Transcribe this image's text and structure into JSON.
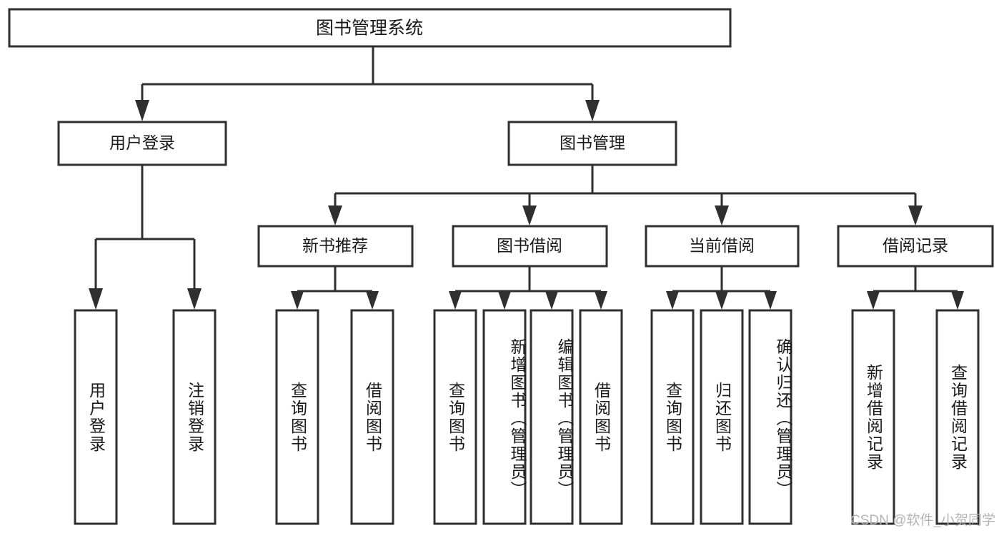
{
  "diagram": {
    "type": "tree-hierarchy",
    "title": "图书管理系统",
    "watermark": "CSDN @软件_小贺同学",
    "colors": {
      "stroke": "#2f2f2f",
      "fill": "#ffffff",
      "text": "#1a1a1a",
      "watermark": "#b4b4b4",
      "background": "#ffffff"
    },
    "levels": {
      "level1": [
        "图书管理系统"
      ],
      "level2": [
        "用户登录",
        "图书管理"
      ],
      "level3": [
        "新书推荐",
        "图书借阅",
        "当前借阅",
        "借阅记录"
      ],
      "level4": [
        "用户登录",
        "注销登录",
        "查询图书",
        "借阅图书",
        "查询图书",
        "新增图书（管理员）",
        "编辑图书（管理员）",
        "借阅图书",
        "查询图书",
        "归还图书",
        "确认归还（管理员）",
        "新增借阅记录",
        "查询借阅记录"
      ]
    },
    "nodes": {
      "root": {
        "label": "图书管理系统"
      },
      "user_login": {
        "label": "用户登录"
      },
      "book_manage": {
        "label": "图书管理"
      },
      "new_book_rec": {
        "label": "新书推荐"
      },
      "book_borrow": {
        "label": "图书借阅"
      },
      "current_borrow": {
        "label": "当前借阅"
      },
      "borrow_record": {
        "label": "借阅记录"
      },
      "leaf_user_login": {
        "label": "用户登录"
      },
      "leaf_logout": {
        "label": "注销登录"
      },
      "leaf_query_book_1": {
        "label": "查询图书"
      },
      "leaf_borrow_book_1": {
        "label": "借阅图书"
      },
      "leaf_query_book_2": {
        "label": "查询图书"
      },
      "leaf_add_book": {
        "label": "新增图书（管理员）"
      },
      "leaf_edit_book": {
        "label": "编辑图书（管理员）"
      },
      "leaf_borrow_book_2": {
        "label": "借阅图书"
      },
      "leaf_query_book_3": {
        "label": "查询图书"
      },
      "leaf_return_book": {
        "label": "归还图书"
      },
      "leaf_confirm_return": {
        "label": "确认归还（管理员）"
      },
      "leaf_add_record": {
        "label": "新增借阅记录"
      },
      "leaf_query_record": {
        "label": "查询借阅记录"
      }
    },
    "edges": [
      {
        "from": "图书管理系统",
        "to": "用户登录"
      },
      {
        "from": "图书管理系统",
        "to": "图书管理"
      },
      {
        "from": "用户登录",
        "to": "用户登录"
      },
      {
        "from": "用户登录",
        "to": "注销登录"
      },
      {
        "from": "图书管理",
        "to": "新书推荐"
      },
      {
        "from": "图书管理",
        "to": "图书借阅"
      },
      {
        "from": "图书管理",
        "to": "当前借阅"
      },
      {
        "from": "图书管理",
        "to": "借阅记录"
      },
      {
        "from": "新书推荐",
        "to": "查询图书"
      },
      {
        "from": "新书推荐",
        "to": "借阅图书"
      },
      {
        "from": "图书借阅",
        "to": "查询图书"
      },
      {
        "from": "图书借阅",
        "to": "新增图书（管理员）"
      },
      {
        "from": "图书借阅",
        "to": "编辑图书（管理员）"
      },
      {
        "from": "图书借阅",
        "to": "借阅图书"
      },
      {
        "from": "当前借阅",
        "to": "查询图书"
      },
      {
        "from": "当前借阅",
        "to": "归还图书"
      },
      {
        "from": "当前借阅",
        "to": "确认归还（管理员）"
      },
      {
        "from": "借阅记录",
        "to": "新增借阅记录"
      },
      {
        "from": "借阅记录",
        "to": "查询借阅记录"
      }
    ]
  }
}
